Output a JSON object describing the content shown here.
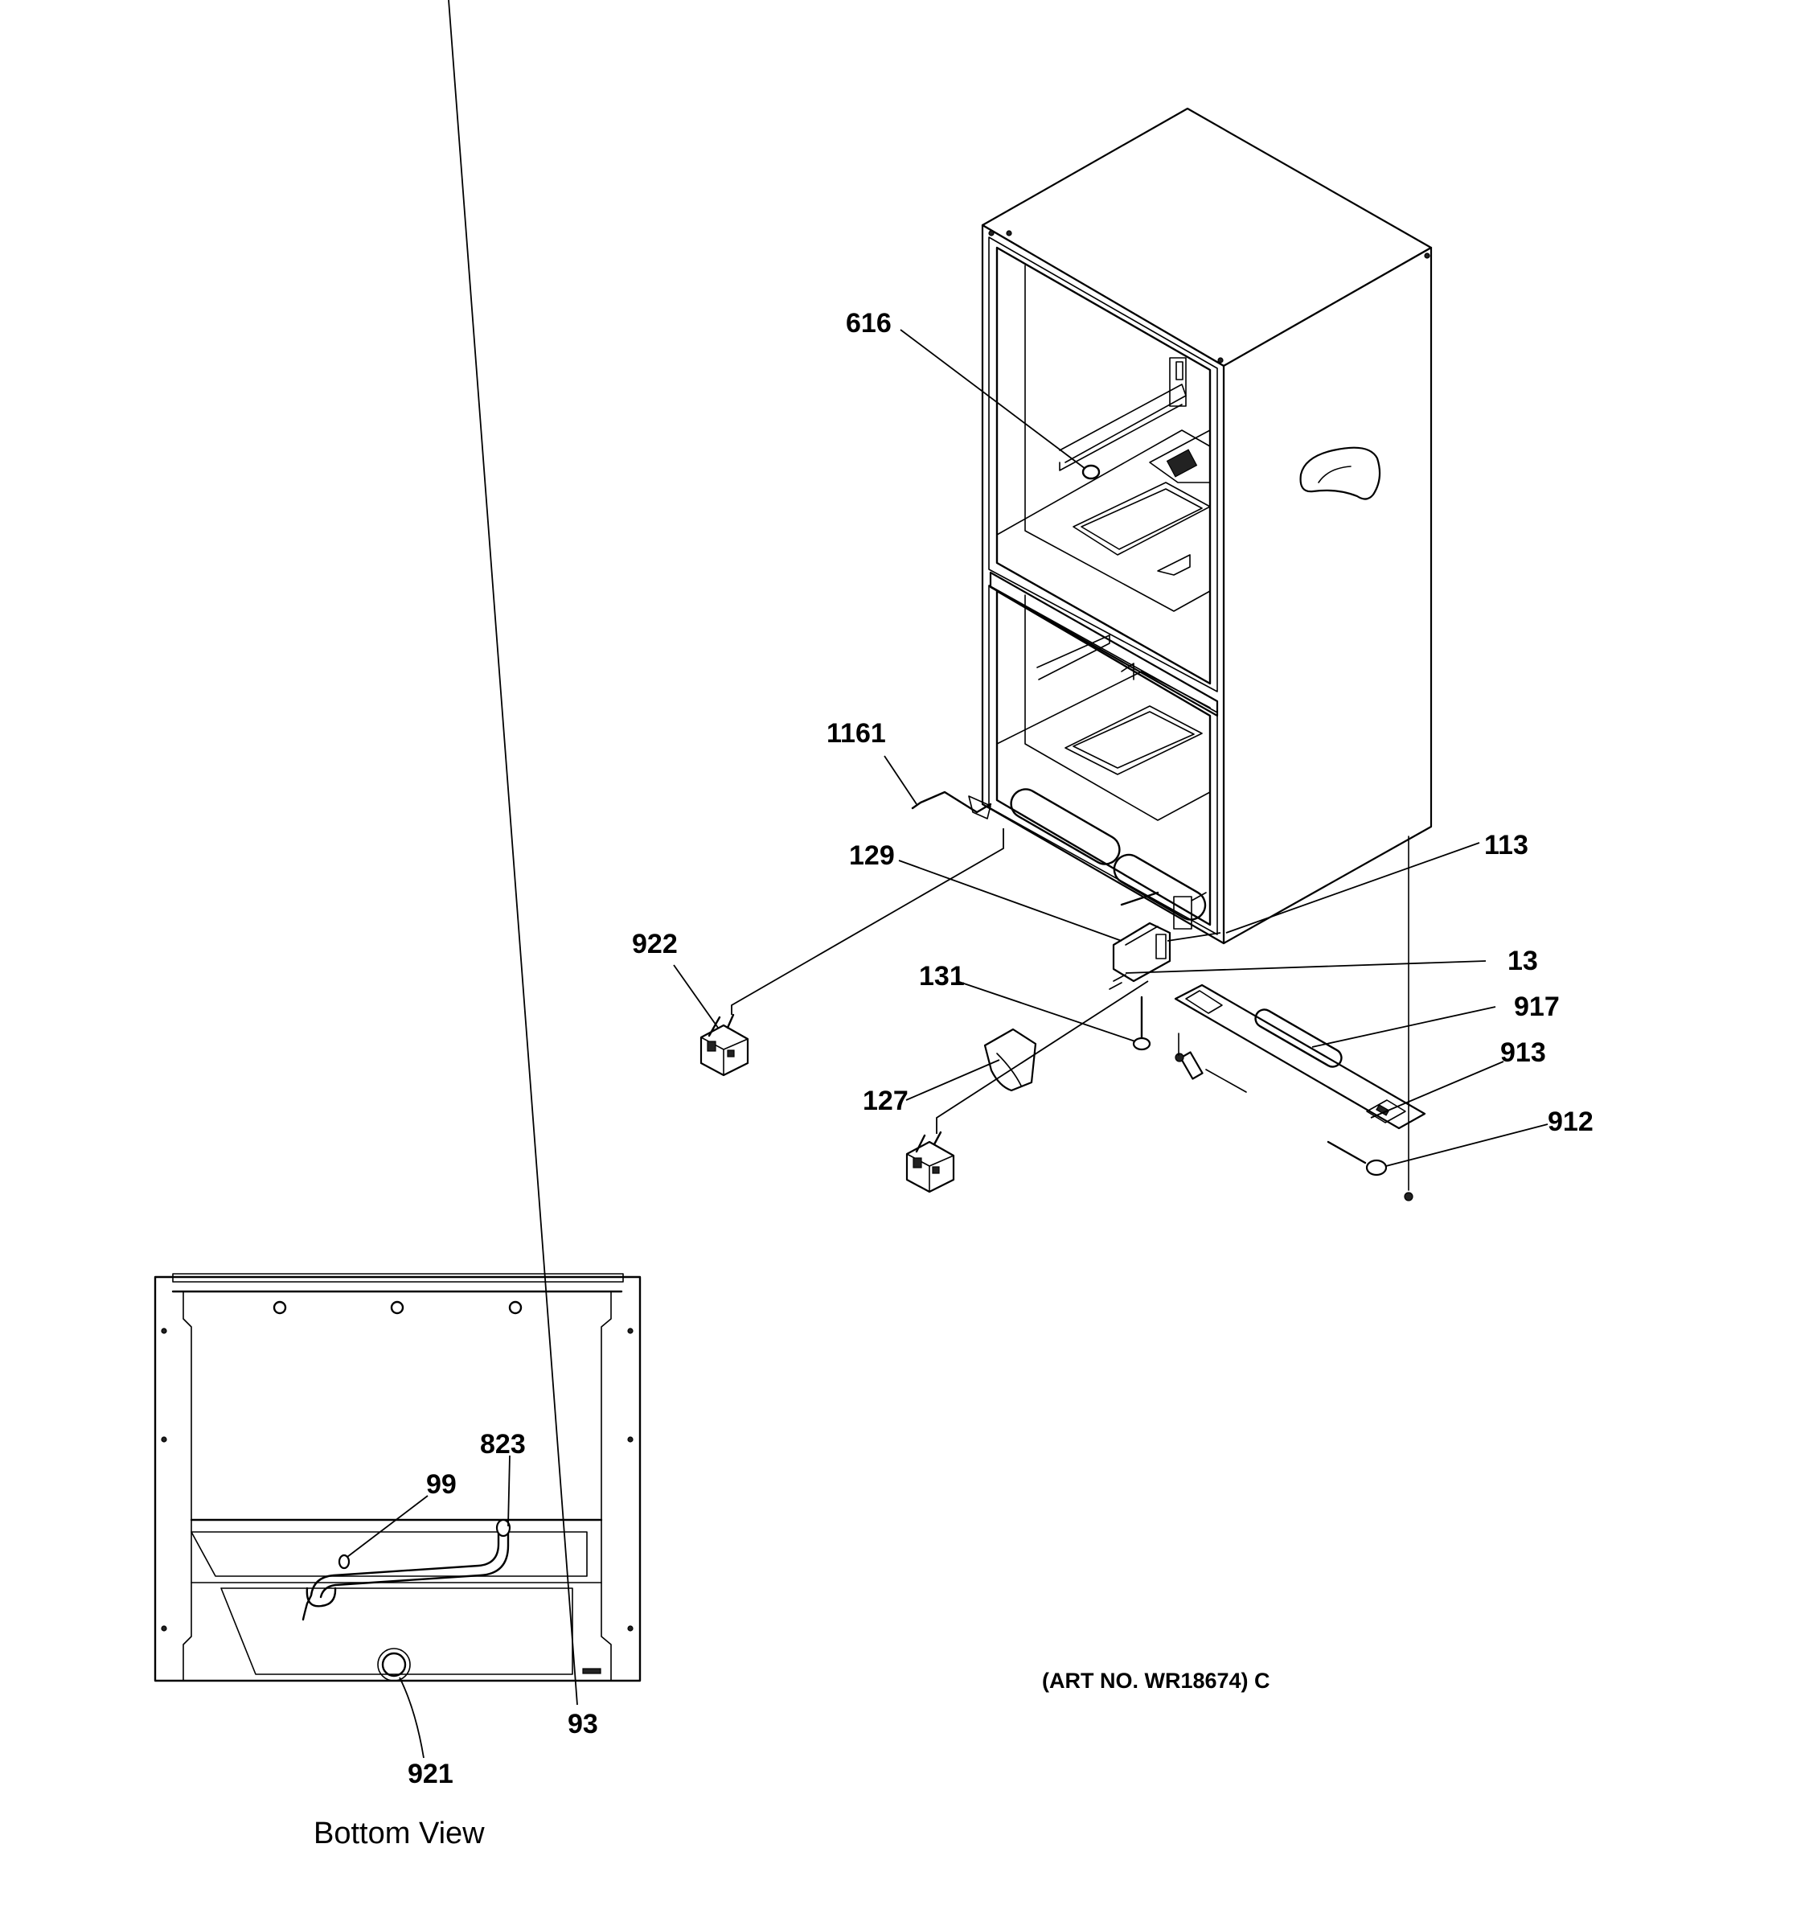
{
  "callouts": {
    "c616": "616",
    "c1161": "1161",
    "c129": "129",
    "c113": "113",
    "c922": "922",
    "c131": "131",
    "c13": "13",
    "c917": "917",
    "c913": "913",
    "c127": "127",
    "c912": "912",
    "c823": "823",
    "c99": "99",
    "c93": "93",
    "c921": "921"
  },
  "art_number": "(ART NO. WR18674) C",
  "bottom_view_caption": "Bottom View"
}
